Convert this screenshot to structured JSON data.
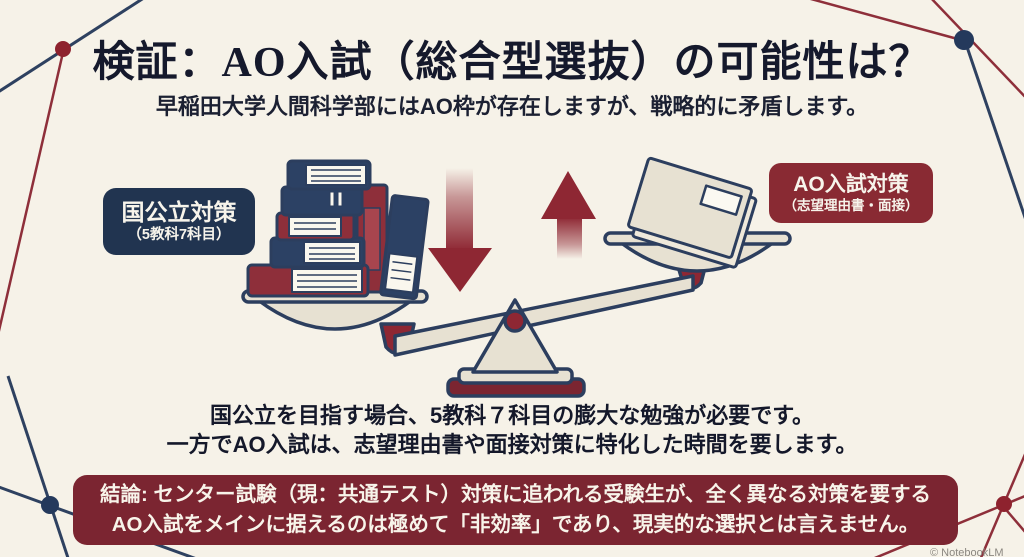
{
  "header": {
    "title": "検証：AO入試（総合型選抜）の可能性は？",
    "subtitle": "早稲田大学人間科学部にはAO枠が存在しますが、戦略的に矛盾します。"
  },
  "labels": {
    "left": {
      "main": "国公立対策",
      "sub": "（5教科7科目）"
    },
    "right": {
      "main": "AO入試対策",
      "sub": "（志望理由書・面接）"
    }
  },
  "body": {
    "line1": "国公立を目指す場合、5教科７科目の膨大な勉強が必要です。",
    "line2": "一方でAO入試は、志望理由書や面接対策に特化した時間を要します。"
  },
  "conclusion": {
    "line1": "結論: センター試験（現：共通テスト）対策に追われる受験生が、全く異なる対策を要する",
    "line2": "AO入試をメインに据えるのは極めて「非効率」であり、現実的な選択とは言えません。"
  },
  "watermark": "© NotebookLM",
  "icons": {
    "balance_scale": "balance-scale-icon",
    "book_stack": "book-stack-icon",
    "notebook": "notebook-icon",
    "arrow_down": "down-arrow-icon",
    "arrow_up": "up-arrow-icon"
  },
  "colors": {
    "background": "#f6f2e8",
    "navy": "#213450",
    "navy_outline": "#2c3e5e",
    "maroon": "#8e2733",
    "banner_maroon": "#7b2531",
    "book_red": "#8e2f3a",
    "book_navy": "#2c4164",
    "cream_fill": "#e7e1d2",
    "text_dark": "#15192c",
    "text_light": "#f8f4ea"
  }
}
